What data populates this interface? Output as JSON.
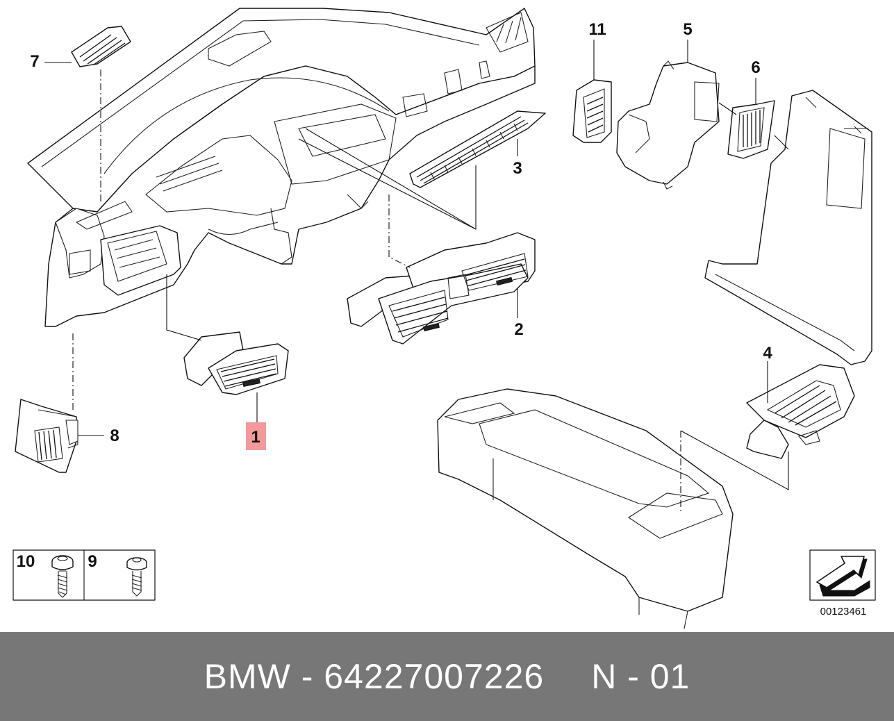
{
  "diagram": {
    "callouts": [
      {
        "id": "1",
        "label": "1",
        "highlighted": true
      },
      {
        "id": "2",
        "label": "2"
      },
      {
        "id": "3",
        "label": "3"
      },
      {
        "id": "4",
        "label": "4"
      },
      {
        "id": "5",
        "label": "5"
      },
      {
        "id": "6",
        "label": "6"
      },
      {
        "id": "7",
        "label": "7"
      },
      {
        "id": "8",
        "label": "8"
      },
      {
        "id": "9",
        "label": "9"
      },
      {
        "id": "10",
        "label": "10"
      },
      {
        "id": "11",
        "label": "11"
      }
    ],
    "diagram_number": "00123461",
    "highlight_color": "#f4999b"
  },
  "footer": {
    "brand": "BMW",
    "separator": "-",
    "part_number": "64227007226",
    "position_code": "N - 01",
    "background_color": "#777777"
  }
}
